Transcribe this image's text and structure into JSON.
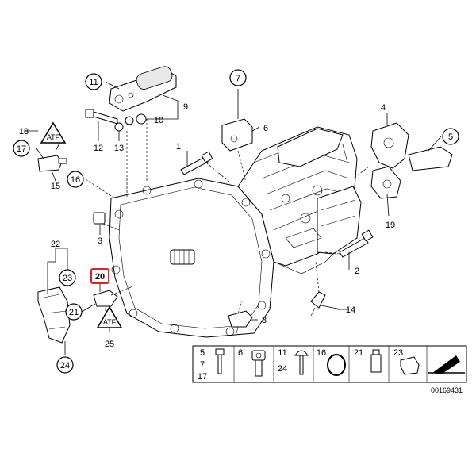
{
  "callouts": {
    "c1": "1",
    "c2": "2",
    "c3": "3",
    "c4": "4",
    "c5": "5",
    "c6": "6",
    "c7": "7",
    "c8": "8",
    "c9": "9",
    "c10": "10",
    "c11": "11",
    "c12": "12",
    "c13": "13",
    "c14": "14",
    "c15": "15",
    "c16": "16",
    "c17": "17",
    "c18": "18",
    "c19": "19",
    "c20": "20",
    "c21": "21",
    "c22": "22",
    "c23": "23",
    "c24": "24",
    "c25": "25"
  },
  "legend": {
    "l5": "5",
    "l7": "7",
    "l17": "17",
    "l6": "6",
    "l11": "11",
    "l24": "24",
    "l16": "16",
    "l21": "21",
    "l23": "23"
  },
  "warning_text_18": "ATF",
  "warning_text_25": "ATF",
  "catalog_number": "00169431",
  "highlight_color": "#d9232a"
}
